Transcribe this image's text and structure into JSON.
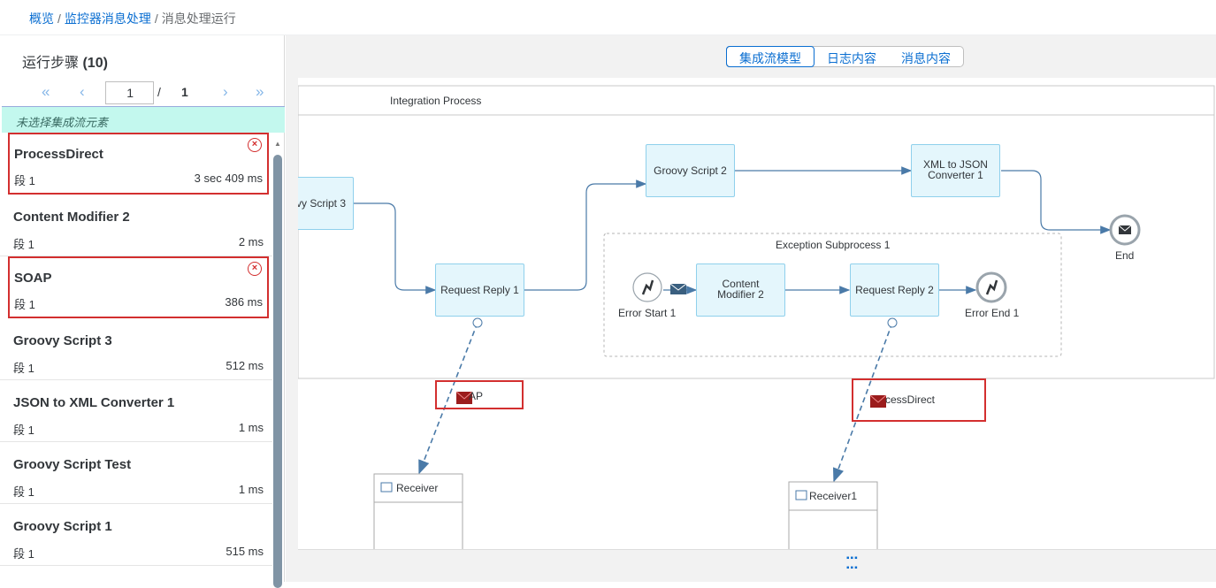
{
  "breadcrumb": {
    "item1": "概览",
    "item2": "监控器消息处理",
    "item3": "消息处理运行",
    "separator": "/"
  },
  "left": {
    "title": "运行步骤",
    "count": "(10)",
    "pager": {
      "current": "1",
      "slash": "/",
      "total": "1"
    },
    "info": "未选择集成流元素",
    "steps": [
      {
        "name": "ProcessDirect",
        "seg": "段 1",
        "dur": "3 sec 409 ms",
        "error": true
      },
      {
        "name": "Content Modifier 2",
        "seg": "段 1",
        "dur": "2 ms",
        "error": false
      },
      {
        "name": "SOAP",
        "seg": "段 1",
        "dur": "386 ms",
        "error": true
      },
      {
        "name": "Groovy Script 3",
        "seg": "段 1",
        "dur": "512 ms",
        "error": false
      },
      {
        "name": "JSON to XML Converter 1",
        "seg": "段 1",
        "dur": "1 ms",
        "error": false
      },
      {
        "name": "Groovy Script Test",
        "seg": "段 1",
        "dur": "1 ms",
        "error": false
      },
      {
        "name": "Groovy Script 1",
        "seg": "段 1",
        "dur": "515 ms",
        "error": false
      }
    ]
  },
  "tabs": [
    "集成流模型",
    "日志内容",
    "消息内容"
  ],
  "diagram": {
    "pool_label": "Integration Process",
    "groovy3": "vy Script 3",
    "request_reply1": "Request Reply 1",
    "groovy2": "Groovy Script 2",
    "xml_json": "XML to JSON Converter 1",
    "end": "End",
    "subprocess": "Exception Subprocess 1",
    "error_start": "Error Start 1",
    "content_mod": "Content Modifier 2",
    "request_reply2": "Request Reply 2",
    "error_end": "Error End 1",
    "soap": "AP",
    "process_direct": "cessDirect",
    "receiver": "Receiver",
    "receiver1": "Receiver1"
  },
  "colors": {
    "accent": "#0a6ed1",
    "error": "#d32f2f",
    "task_fill": "#e4f6fc",
    "info_strip": "#c3f8ee"
  }
}
